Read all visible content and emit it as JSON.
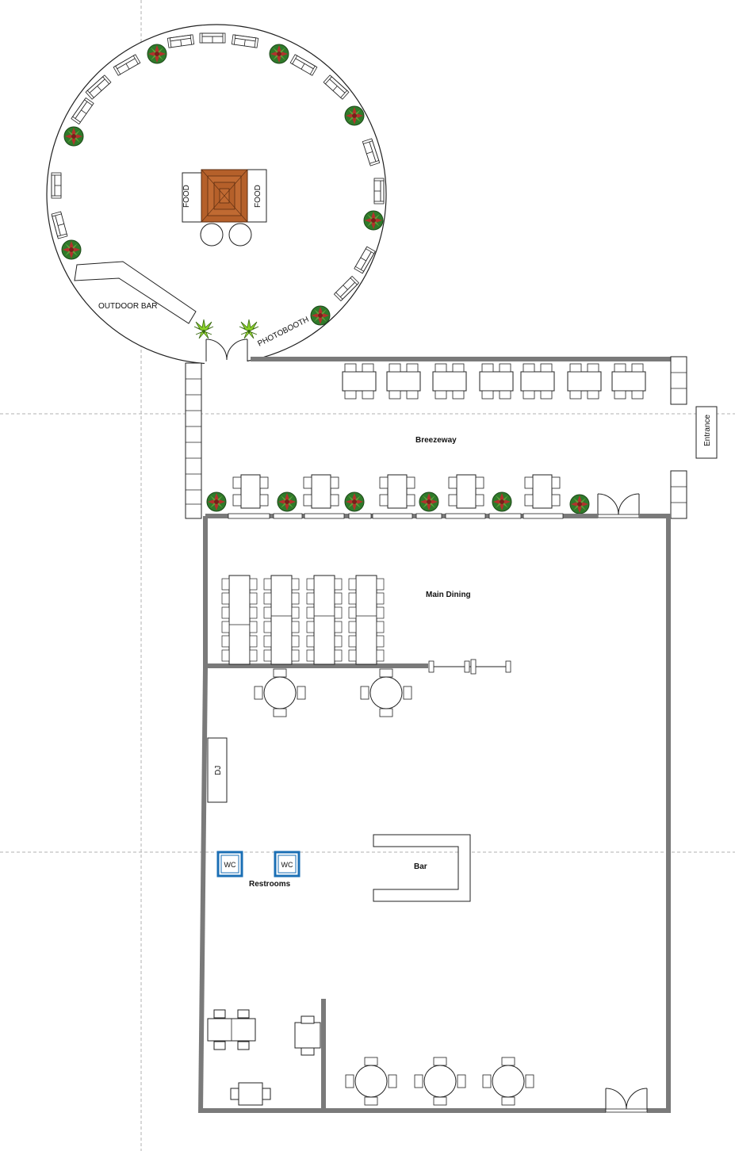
{
  "labels": {
    "outdoor_bar": "OUTDOOR BAR",
    "photobooth": "PHOTOBOOTH",
    "food_left": "FOOD",
    "food_right": "FOOD",
    "breezeway": "Breezeway",
    "entrance": "Entrance",
    "main_dining": "Main Dining",
    "dj": "DJ",
    "bar": "Bar",
    "restrooms": "Restrooms",
    "wc_1": "WC",
    "wc_2": "WC"
  },
  "colors": {
    "wall": "#7a7a7a",
    "guide_line": "#b0b0b0",
    "wc_blue": "#1b6fb5",
    "dance_floor_wood": "#b5602a",
    "plant_red": "#b3322c",
    "plant_green": "#2f7a2a",
    "palm_green": "#8bd12a"
  },
  "icons": [
    "potted-plant-icon",
    "palm-plant-icon",
    "wc-icon",
    "double-door-icon",
    "sofa-icon"
  ]
}
